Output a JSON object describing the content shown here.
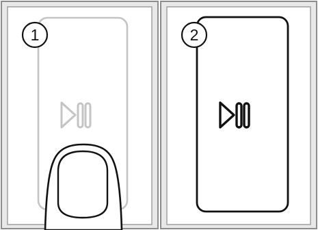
{
  "panels": [
    {
      "step_number": "1",
      "state": "finger pressing button",
      "icons": [
        "play-pause-icon",
        "finger-icon"
      ]
    },
    {
      "step_number": "2",
      "state": "button illuminated",
      "icons": [
        "play-pause-icon"
      ]
    }
  ],
  "colors": {
    "panel_background": "#e8e8e8",
    "panel_border": "#8c8c8c",
    "faded_outline": "#c4c4c4",
    "active_outline": "#111111",
    "finger_fill": "#ffffff"
  }
}
